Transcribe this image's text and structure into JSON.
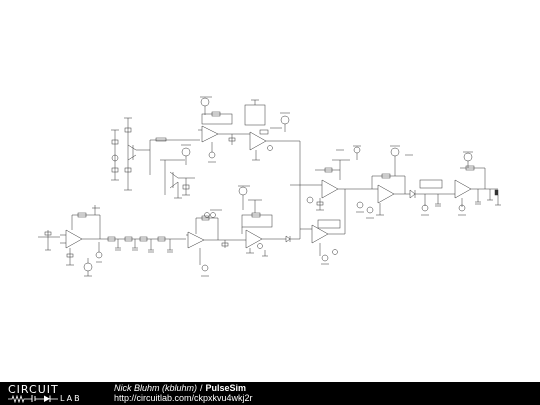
{
  "footer": {
    "logo_top": "CIRCUIT",
    "logo_bottom": "LAB",
    "author": "Nick Bluhm (kbluhm)",
    "separator": "/",
    "title": "PulseSim",
    "url": "http://circuitlab.com/ckpxkvu4wkj2r"
  },
  "colors": {
    "wire": "#333333",
    "footer_bg": "#000000",
    "footer_text": "#ffffff"
  }
}
